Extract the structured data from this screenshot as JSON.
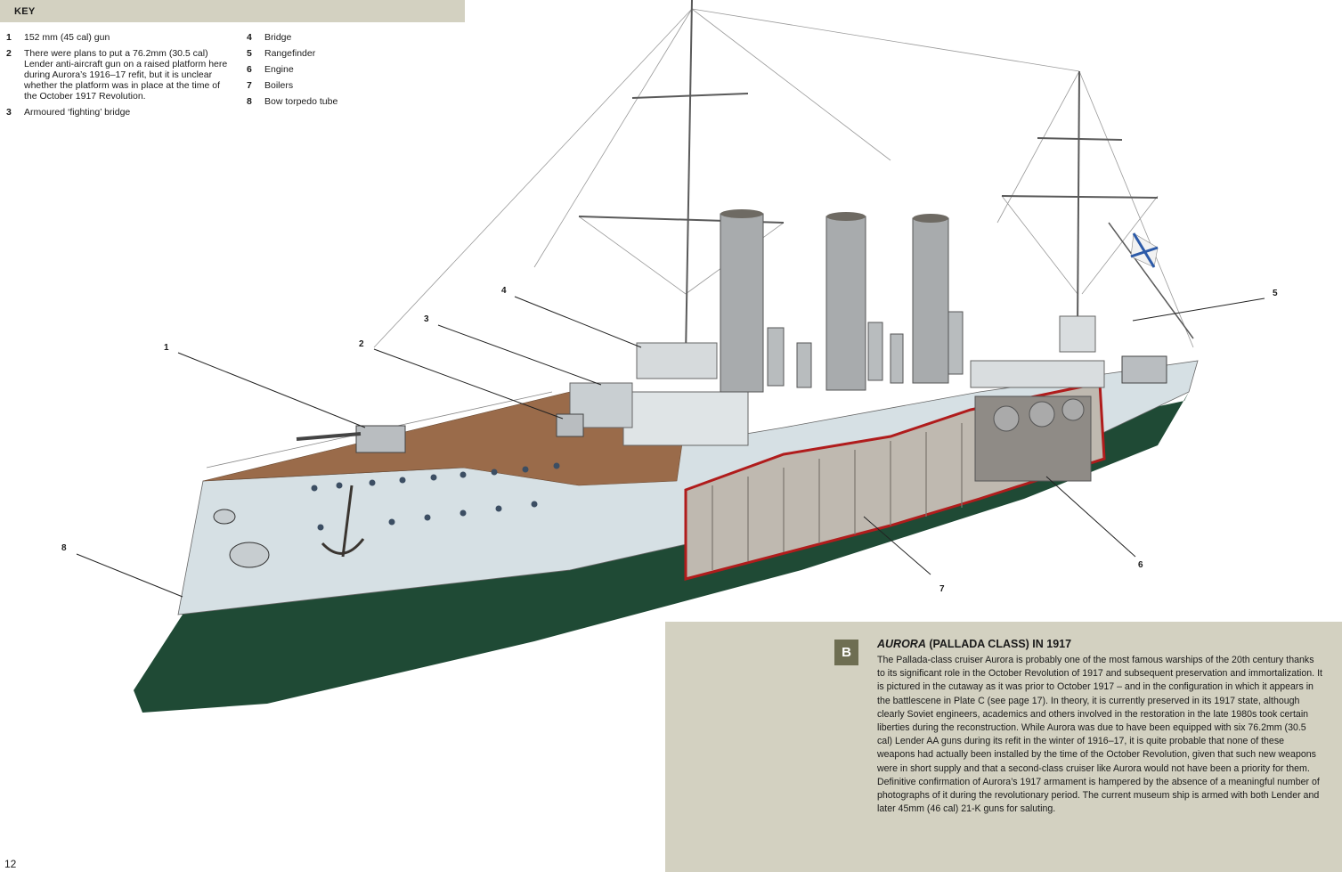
{
  "key": {
    "title": "KEY",
    "left_items": [
      {
        "num": "1",
        "text": "152 mm (45 cal) gun"
      },
      {
        "num": "2",
        "text": "There were plans to put a 76.2mm (30.5 cal) Lender anti-aircraft gun on a raised platform here during Aurora’s 1916–17 refit, but it is unclear whether the platform was in place at the time of the October 1917 Revolution."
      },
      {
        "num": "3",
        "text": "Armoured ‘fighting’ bridge"
      }
    ],
    "right_items": [
      {
        "num": "4",
        "text": "Bridge"
      },
      {
        "num": "5",
        "text": "Rangefinder"
      },
      {
        "num": "6",
        "text": "Engine"
      },
      {
        "num": "7",
        "text": "Boilers"
      },
      {
        "num": "8",
        "text": "Bow torpedo tube"
      }
    ]
  },
  "callouts": [
    "1",
    "2",
    "3",
    "4",
    "5",
    "6",
    "7",
    "8"
  ],
  "plate": {
    "badge": "B",
    "title_italic": "AURORA",
    "title_rest": " (PALLADA CLASS) IN 1917",
    "body": "The Pallada-class cruiser Aurora is probably one of the most famous warships of the 20th century thanks to its significant role in the October Revolution of 1917 and subsequent preservation and immortalization. It is pictured in the cutaway as it was prior to October 1917 – and in the configuration in which it appears in the battlescene in Plate C (see page 17). In theory, it is currently preserved in its 1917 state, although clearly Soviet engineers, academics and others involved in the restoration in the late 1980s took certain liberties during the reconstruction. While Aurora was due to have been equipped with six 76.2mm (30.5 cal) Lender AA guns during its refit in the winter of 1916–17, it is quite probable that none of these weapons had actually been installed by the time of the October Revolution, given that such new weapons were in short supply and that a second-class cruiser like Aurora would not have been a priority for them. Definitive confirmation of Aurora’s 1917 armament is hampered by the absence of a meaningful number of photographs of it during the revolutionary period. The current museum ship is armed with both Lender and later 45mm (46 cal) 21-K guns for saluting."
  },
  "page_number": "12"
}
